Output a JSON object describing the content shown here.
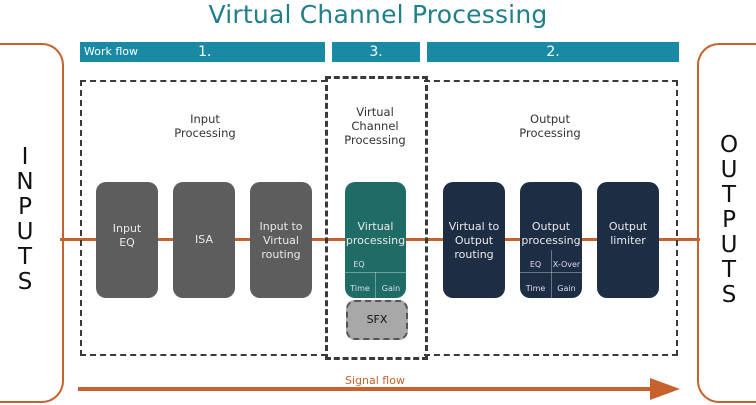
{
  "title": "Virtual Channel Processing",
  "inputs_label": [
    "I",
    "N",
    "P",
    "U",
    "T",
    "S"
  ],
  "outputs_label": [
    "O",
    "U",
    "T",
    "P",
    "U",
    "T",
    "S"
  ],
  "workflow": {
    "label": "Work flow",
    "steps": [
      "1.",
      "3.",
      "2."
    ]
  },
  "regions": {
    "input": "Input Processing",
    "virtual": "Virtual Channel Processing",
    "output": "Output Processing"
  },
  "blocks": {
    "input_eq": "Input EQ",
    "isa": "ISA",
    "input_to_virtual": "Input to Virtual routing",
    "virtual_processing": "Virtual processing",
    "virtual_eq": "EQ",
    "virtual_time": "Time",
    "virtual_gain": "Gain",
    "sfx": "SFX",
    "virtual_to_output": "Virtual to Output routing",
    "output_processing": "Output processing",
    "output_eq": "EQ",
    "output_xover": "X-Over",
    "output_time": "Time",
    "output_gain": "Gain",
    "output_limiter": "Output limiter"
  },
  "signal_flow": "Signal flow",
  "colors": {
    "accent": "#c8622c",
    "workflow_bar": "#1a8aa4",
    "title": "#1f7f8a",
    "grey_block": "#5d5d5d",
    "teal_block": "#1f6b65",
    "navy_block": "#1c2d44"
  }
}
